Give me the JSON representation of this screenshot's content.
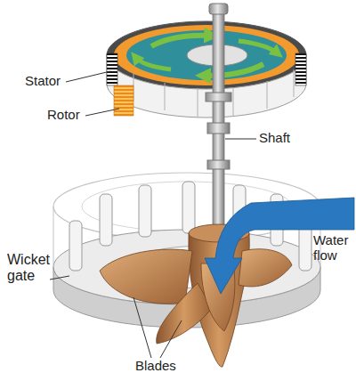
{
  "diagram": {
    "labels": [
      "Stator",
      "Rotor",
      "Shaft",
      "Water flow",
      "Wicket gate",
      "Blades"
    ]
  }
}
